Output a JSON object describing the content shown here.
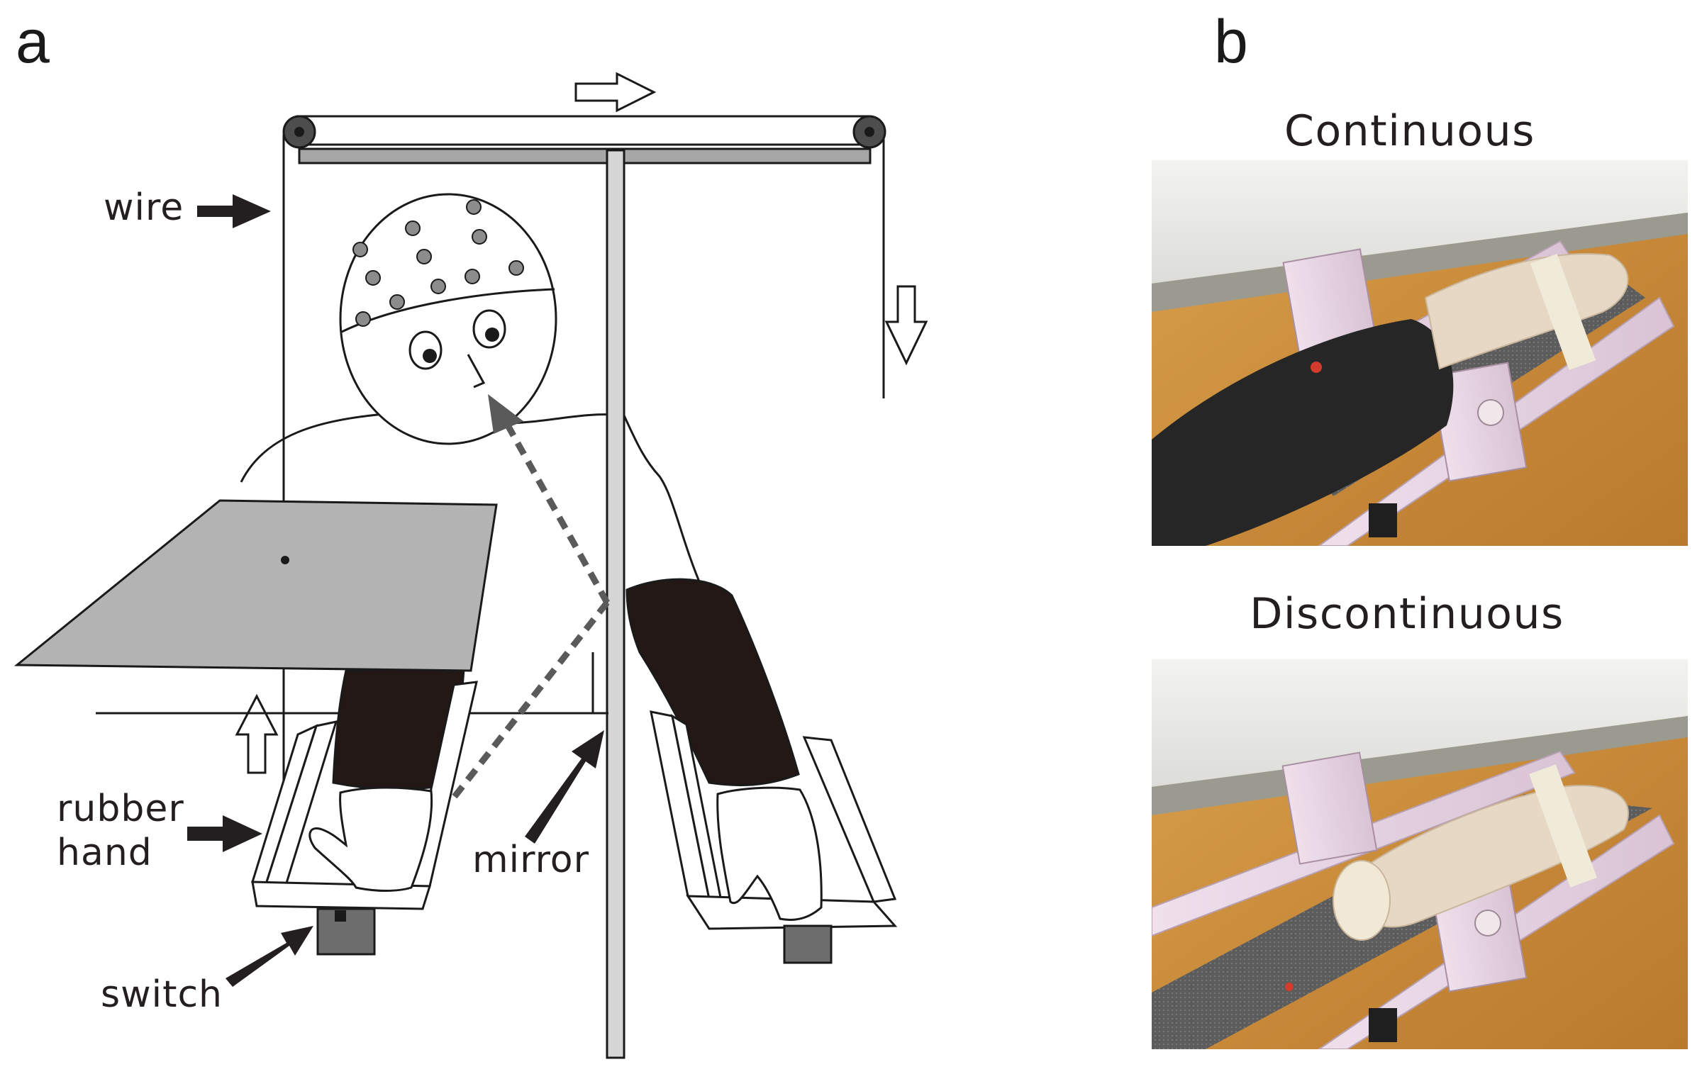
{
  "panels": {
    "a": {
      "letter": "a"
    },
    "b": {
      "letter": "b"
    }
  },
  "labels": {
    "wire": "wire",
    "rubber_hand_line1": "rubber",
    "rubber_hand_line2": "hand",
    "mirror": "mirror",
    "switch": "switch"
  },
  "photos": {
    "top_caption": "Continuous",
    "bottom_caption": "Discontinuous"
  },
  "colors": {
    "line": "#1a1a1a",
    "board_gray": "#b3b3b3",
    "rail_gray": "#a6a6a6",
    "mirror_gray": "#d6d6d6",
    "electrode_gray": "#8c8c8c",
    "sleeve_black": "#231815",
    "switch_gray": "#6d6d6d",
    "gaze_arrow": "#5a5a5a",
    "photo_wood": "#c98b3a",
    "photo_tray": "#e8d6e6",
    "photo_glove": "#e6d8c4",
    "photo_sleeve": "#262626"
  }
}
